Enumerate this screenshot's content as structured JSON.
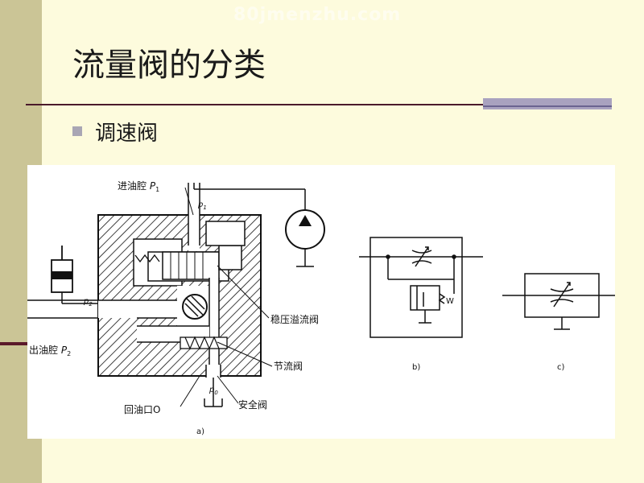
{
  "watermark": "80jmenzhu.com",
  "title": "流量阀的分类",
  "bullet": "调速阀",
  "figure": {
    "label_inlet": "进油腔",
    "label_p1": "P",
    "label_p1_sub": "1",
    "label_p1_small": "p",
    "label_p1_small_sub": "1",
    "label_p2": "p",
    "label_p2_sub": "2",
    "label_outlet": "出油腔",
    "label_outlet_p": "P",
    "label_outlet_sub": "2",
    "label_relief": "稳压溢流阀",
    "label_throttle": "节流阀",
    "label_p0": "p",
    "label_p0_sub": "0",
    "label_return": "回油口O",
    "label_safety": "安全阀",
    "label_w": "W",
    "caption_a": "a)",
    "caption_b": "b)",
    "caption_c": "c)"
  }
}
